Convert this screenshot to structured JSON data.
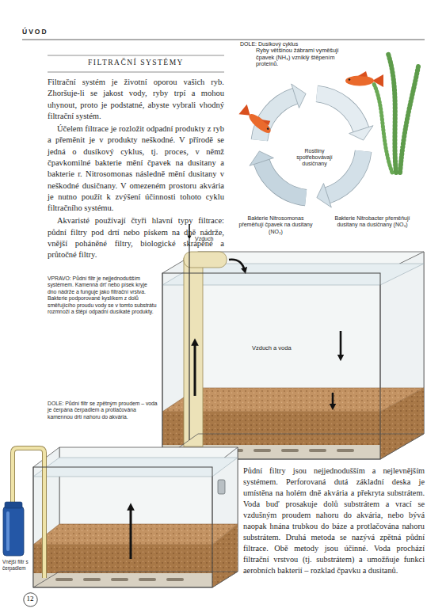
{
  "diagram": {
    "title": "FILTRAČNÍ SYSTÉMY",
    "nodes": [
      {
        "text": [
          "12"
        ]
      }
    ],
    "labels": [
      "ÚVOD",
      "Filtrační systém je životní oporou vašich ryb. Zhoršuje-li se jakost vody, ryby trpí a mohou uhynout, proto je podstatné, abyste vybrali vhodný filtrační systém.",
      "Účelem filtrace je rozložit odpadní produkty z ryb a přeměnit je v produkty neškodné. V přírodě se jedná o dusíkový cyklus, tj. proces, v němž čpavkomilné bakterie mění čpavek na dusitany a bakterie r. Nitrosomonas následně mění dusitany v neškodné dusičnany. V omezeném prostoru akvária je nutno použít k zvýšení účinnosti tohoto cyklu filtračního systému.",
      "Akvaristé používají čtyři hlavní typy filtrace: půdní filtry pod drtí nebo pískem na dně nádrže, vnější poháněné filtry, biologické skrápěné a průtočné filtry.",
      "DOLE: Dusíkový cyklus",
      "Ryby většinou žábrami vyměšují čpavek (NH₃) vzniklý štěpením proteinů.",
      "Rostliny spotřebovávají dusičnany",
      "Bakterie Nitrosomonas přeměňují čpavek na dusitany (NO₂)",
      "Bakterie Nitrobacter přeměňují dusitany na dusičnany (NO₃)",
      "Vzduch",
      "VPRAVO: Půdní filtr je nejjednodušším systémem. Kamenná drť nebo písek kryje dno nádrže a funguje jako filtrační vrstva. Bakterie podporované kyslíkem z dolů směřujícího proudu vody se v tomto substrátu rozmnoží a štěpí odpadní dusíkaté produkty.",
      "Vzduch a voda",
      "DOLE: Půdní filtr se zpětným proudem – voda je čerpána čerpadlem a protlačována kamennou drtí nahoru do akvária.",
      "Vnější filtr s čerpadlem",
      "Půdní filtry jsou nejjednodušším a nejlevnějším systémem. Perforovaná dutá základní deska je umístěna na holém dně akvária a překryta substrátem. Voda buď prosakuje dolů substrátem a vrací se vzdušným proudem nahoru do akvária, nebo bývá naopak hnána trubkou do báze a protlačována nahoru substrátem. Druhá metoda se nazývá zpětná půdní filtrace. Obě metody jsou účinné. Voda prochází filtrační vrstvou (tj. substrátem) a umožňuje funkci aerobních bakterií – rozklad čpavku a dusitanů."
    ]
  }
}
